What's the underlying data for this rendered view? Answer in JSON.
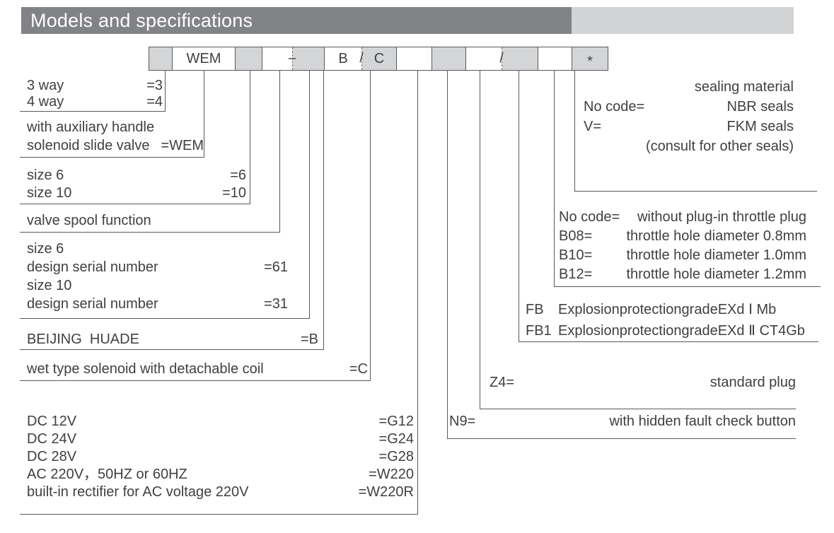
{
  "header": {
    "title": "Models and specifications"
  },
  "code_row": {
    "cells": {
      "c1": "",
      "c2": "WEM",
      "c3": "",
      "c4_dash": "–",
      "c5_left": "B",
      "c5_sep": "/",
      "c5_right": "C",
      "c6": "",
      "c7": "",
      "c8_sep": "/",
      "c9": "",
      "c10_star": "*"
    }
  },
  "left": {
    "ways": {
      "rows": [
        {
          "label": "3 way",
          "code": "=3"
        },
        {
          "label": "4 way",
          "code": "=4"
        }
      ]
    },
    "wem": {
      "rows": [
        {
          "label": "with auxiliary handle",
          "code": ""
        },
        {
          "label": "solenoid slide valve",
          "code": "=WEM"
        }
      ]
    },
    "size": {
      "rows": [
        {
          "label": "size 6",
          "code": "=6"
        },
        {
          "label": "size 10",
          "code": "=10"
        }
      ]
    },
    "spool": {
      "rows": [
        {
          "label": "valve spool function",
          "code": ""
        }
      ]
    },
    "design": {
      "rows": [
        {
          "label": "size 6",
          "code": ""
        },
        {
          "label": "design serial number",
          "code": "=61"
        },
        {
          "label": "size 10",
          "code": ""
        },
        {
          "label": "design serial number",
          "code": "=31"
        }
      ]
    },
    "brand": {
      "rows": [
        {
          "label": "BEIJING  HUADE",
          "code": "=B"
        }
      ]
    },
    "coil": {
      "rows": [
        {
          "label": "wet type solenoid with detachable coil",
          "code": "=C"
        }
      ]
    },
    "voltage": {
      "rows": [
        {
          "label": "DC 12V",
          "code": "=G12"
        },
        {
          "label": "DC 24V",
          "code": "=G24"
        },
        {
          "label": "DC 28V",
          "code": "=G28"
        },
        {
          "label": "AC 220V，50HZ or 60HZ",
          "code": "=W220"
        },
        {
          "label": "built-in rectifier for AC voltage 220V",
          "code": "=W220R"
        }
      ]
    }
  },
  "right": {
    "seal": {
      "rows": [
        {
          "code": "",
          "desc": "sealing material"
        },
        {
          "code": "No code=",
          "desc": "NBR seals"
        },
        {
          "code": "V=",
          "desc": "FKM seals"
        },
        {
          "code": "",
          "desc": "(consult for other seals)"
        }
      ]
    },
    "throttle": {
      "rows": [
        {
          "code": "No code=",
          "desc": "without plug-in throttle plug"
        },
        {
          "code": "B08=",
          "desc": "throttle hole diameter 0.8mm"
        },
        {
          "code": "B10=",
          "desc": "throttle hole diameter 1.0mm"
        },
        {
          "code": "B12=",
          "desc": "throttle hole diameter 1.2mm"
        }
      ]
    },
    "explosion": {
      "rows": [
        {
          "code": "FB",
          "desc": "ExplosionprotectiongradeEXd Ⅰ Mb"
        },
        {
          "code": "FB1",
          "desc": "ExplosionprotectiongradeEXd Ⅱ CT4Gb"
        }
      ]
    },
    "plug": {
      "rows": [
        {
          "code": "Z4=",
          "desc": "standard plug"
        }
      ]
    },
    "fault": {
      "rows": [
        {
          "code": "N9=",
          "desc": "with hidden fault check button"
        }
      ]
    }
  },
  "colors": {
    "header_dark": "#828387",
    "header_light": "#d2d3d5",
    "cell_gray": "#d4d5d7",
    "line": "#58595b",
    "text": "#404041"
  }
}
